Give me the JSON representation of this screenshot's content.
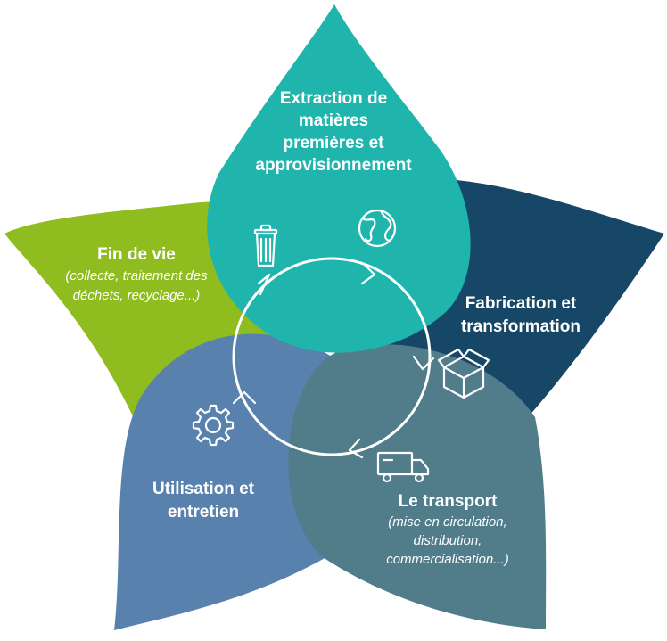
{
  "stages": [
    {
      "id": "extraction",
      "title_lines": [
        "Extraction de",
        "matières",
        "premières et",
        "approvisionnement"
      ],
      "subtitle_lines": [],
      "color": "#1fb5ad",
      "icon": "globe-icon"
    },
    {
      "id": "fabrication",
      "title_lines": [
        "Fabrication et",
        "transformation"
      ],
      "subtitle_lines": [],
      "color": "#174766",
      "icon": "box-icon"
    },
    {
      "id": "transport",
      "title_lines": [
        "Le transport"
      ],
      "subtitle_lines": [
        "(mise en circulation,",
        "distribution,",
        "commercialisation...)"
      ],
      "color": "#517d8b",
      "icon": "truck-icon"
    },
    {
      "id": "utilisation",
      "title_lines": [
        "Utilisation et",
        "entretien"
      ],
      "subtitle_lines": [],
      "color": "#5881ad",
      "icon": "gear-icon"
    },
    {
      "id": "fin-de-vie",
      "title_lines": [
        "Fin de vie"
      ],
      "subtitle_lines": [
        "(collecte, traitement des",
        "déchets, recyclage...)"
      ],
      "color": "#8fbc1f",
      "icon": "trash-icon"
    }
  ],
  "cycle_color": "#ffffff"
}
